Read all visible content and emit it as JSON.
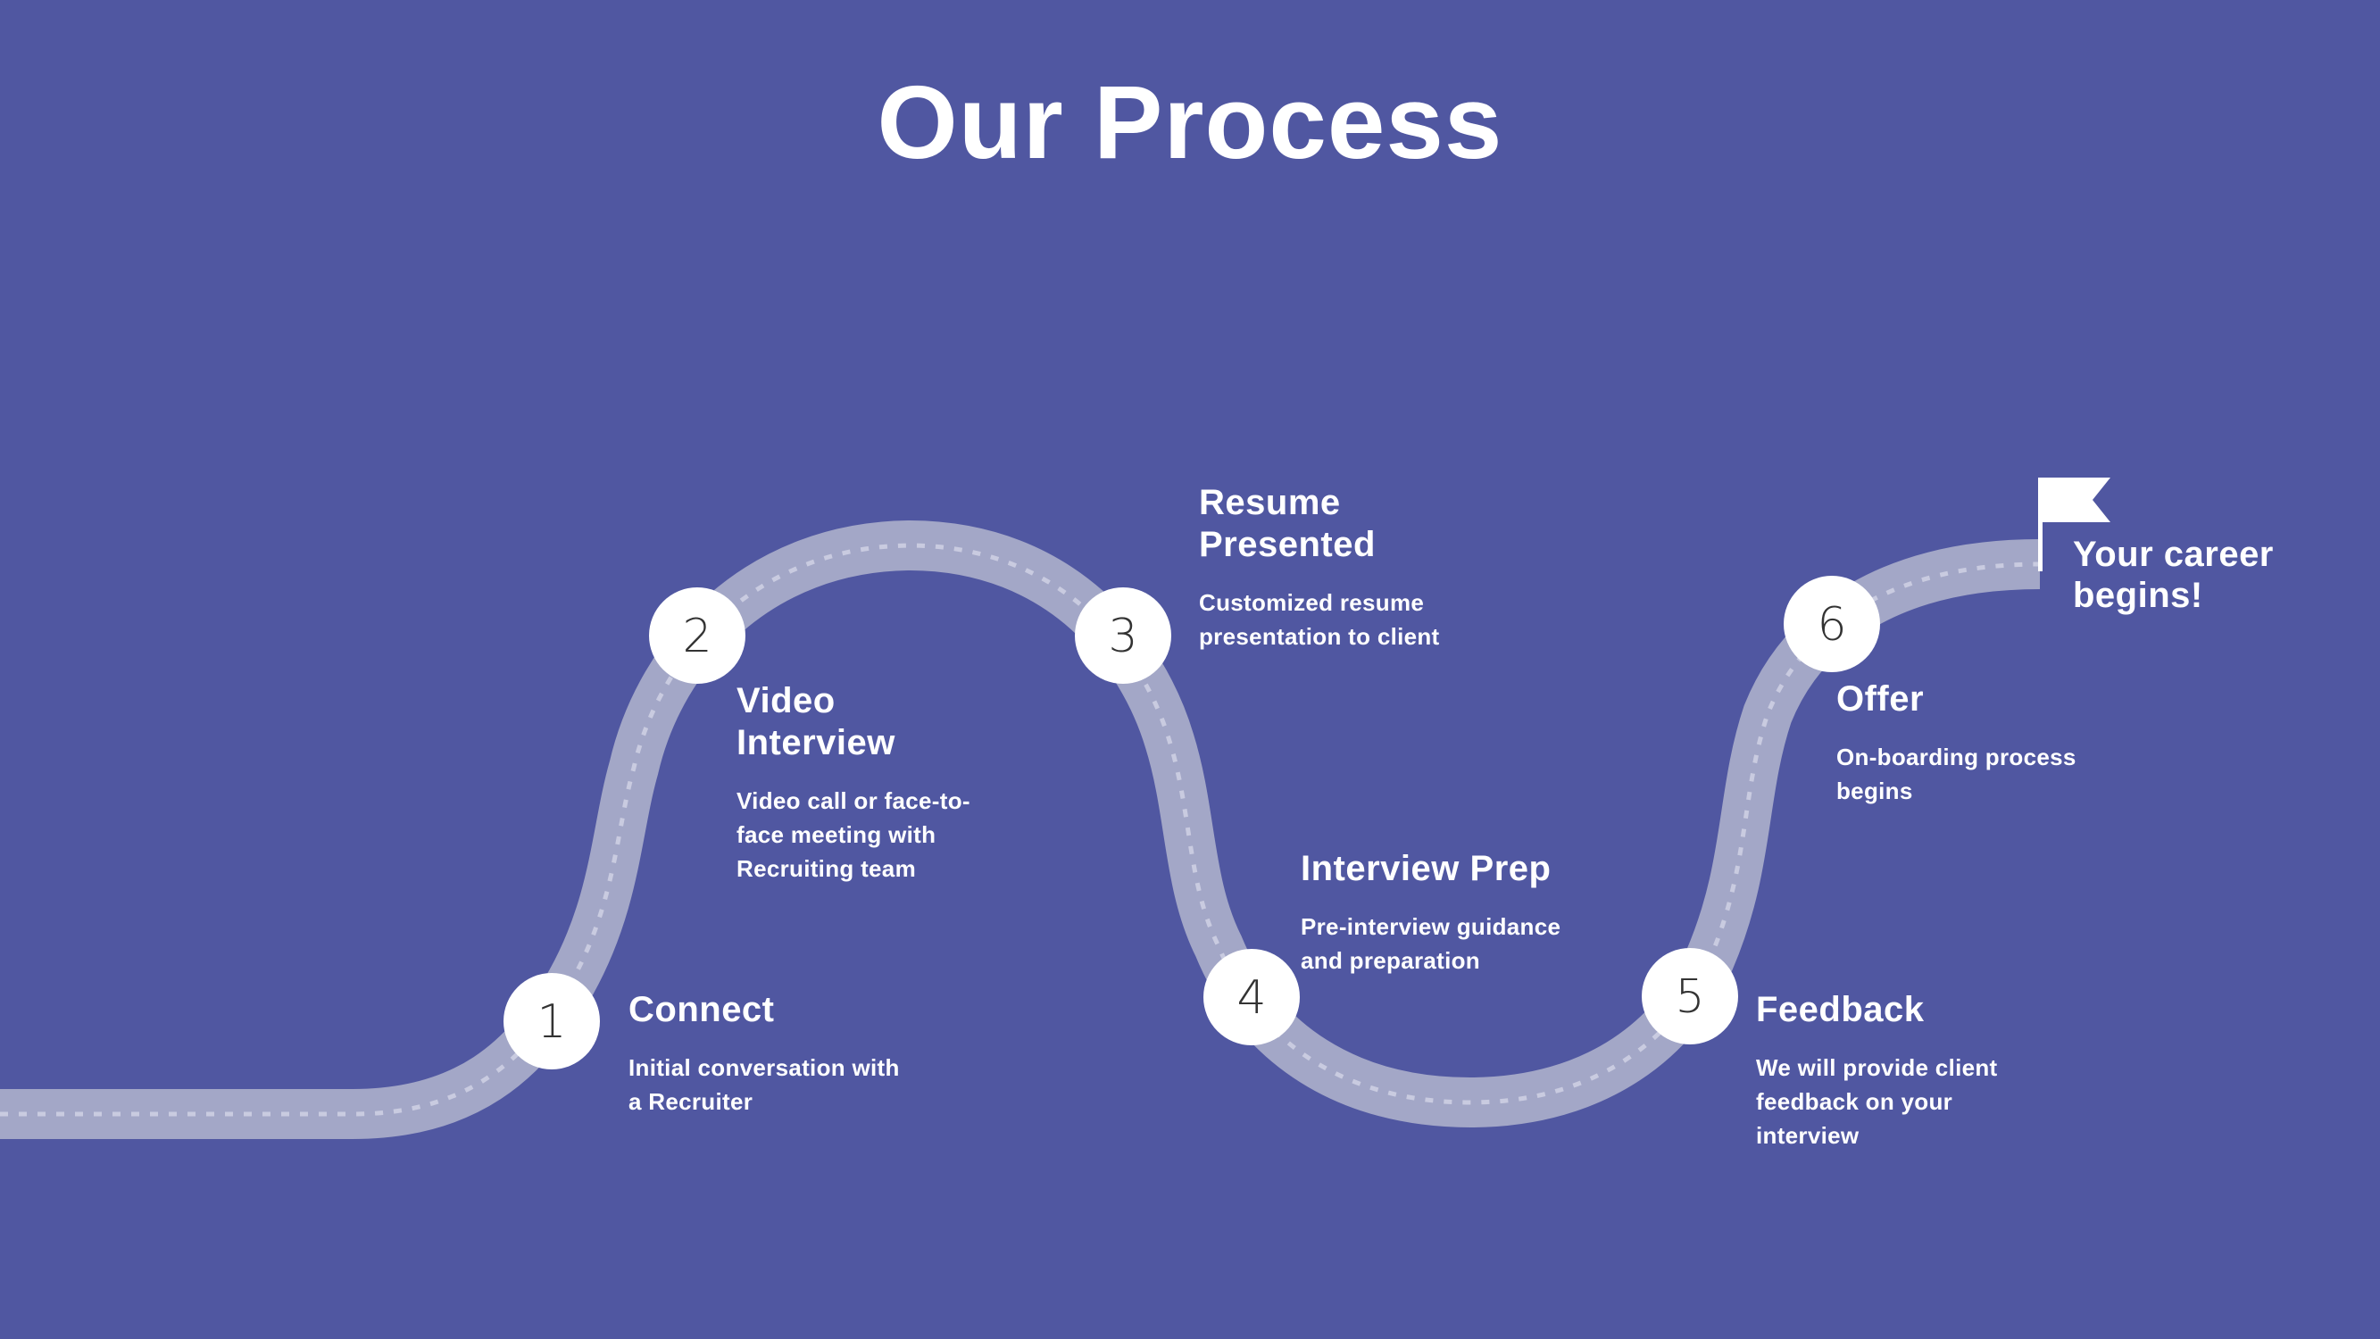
{
  "title": "Our Process",
  "colors": {
    "background": "#5057a1",
    "road": "#a3a7c7",
    "road_dash": "#c9cbe0",
    "marker": "#ffffff",
    "number": "#333333",
    "text": "#ffffff"
  },
  "steps": [
    {
      "number": "1",
      "heading": "Connect",
      "description_lines": [
        "Initial conversation with",
        "a Recruiter"
      ]
    },
    {
      "number": "2",
      "heading_lines": [
        "Video",
        "Interview"
      ],
      "description_lines": [
        "Video call or face-to-",
        "face meeting with",
        "Recruiting team"
      ]
    },
    {
      "number": "3",
      "heading_lines": [
        "Resume",
        "Presented"
      ],
      "description_lines": [
        "Customized resume",
        "presentation to client"
      ]
    },
    {
      "number": "4",
      "heading": "Interview Prep",
      "description_lines": [
        "Pre-interview guidance",
        "and preparation"
      ]
    },
    {
      "number": "5",
      "heading": "Feedback",
      "description_lines": [
        "We will provide client",
        "feedback on your",
        "interview"
      ]
    },
    {
      "number": "6",
      "heading": "Offer",
      "description_lines": [
        "On-boarding process",
        "begins"
      ]
    }
  ],
  "finish": {
    "icon": "flag-icon",
    "label_lines": [
      "Your career",
      "begins!"
    ]
  }
}
